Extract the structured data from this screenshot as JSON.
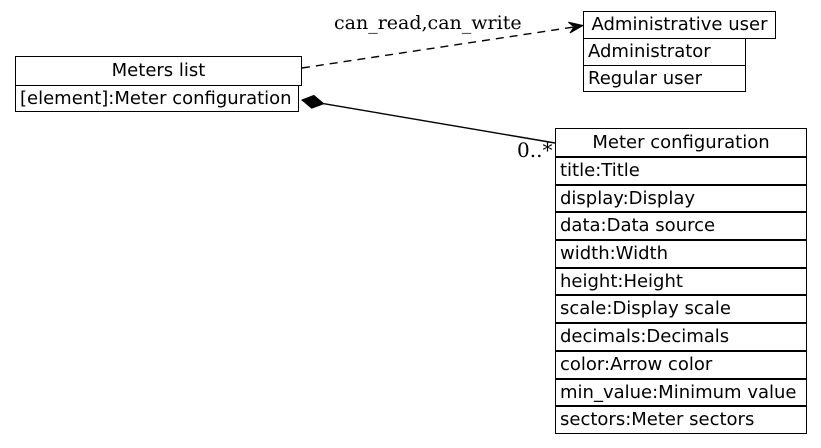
{
  "diagram": {
    "background_color": "#ffffff",
    "stroke_color": "#000000",
    "nodes": {
      "meters_list": {
        "title": "Meters list",
        "rows": [
          "[element]:Meter configuration"
        ]
      },
      "administrative_user": {
        "title": "Administrative user",
        "rows": [
          "Administrator",
          "Regular user"
        ]
      },
      "meter_configuration": {
        "title": "Meter configuration",
        "rows": [
          "title:Title",
          "display:Display",
          "data:Data source",
          "width:Width",
          "height:Height",
          "scale:Display scale",
          "decimals:Decimals",
          "color:Arrow color",
          "min_value:Minimum value",
          "sectors:Meter sectors"
        ]
      }
    },
    "edges": {
      "permissions_edge": {
        "label": "can_read,can_write",
        "style": "dashed",
        "from": "meters_list",
        "to": "administrative_user",
        "arrowhead": "vee"
      },
      "aggregation_edge": {
        "label": "0..*",
        "style": "solid",
        "from": "meters_list",
        "to": "meter_configuration",
        "source_decoration": "filled-diamond"
      }
    }
  }
}
